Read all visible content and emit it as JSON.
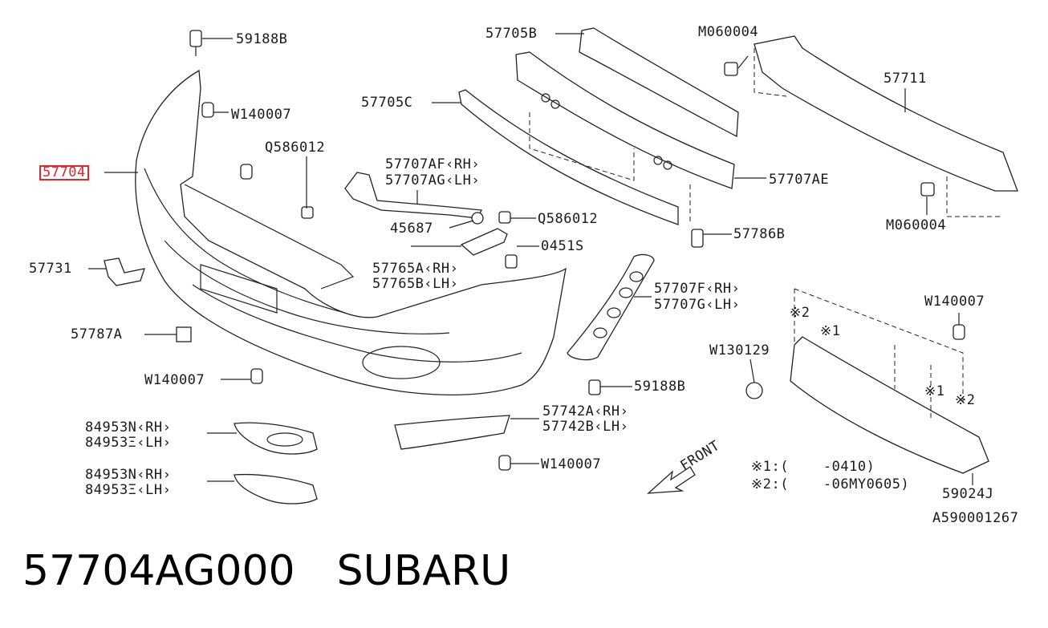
{
  "labels": {
    "l59188b_top": "59188B",
    "lw140007_a": "W140007",
    "l57704": "57704",
    "lq586012_a": "Q586012",
    "l57731": "57731",
    "l57787a": "57787A",
    "lw140007_b": "W140007",
    "l84953n_1": "84953N‹RH›",
    "l84953o_1": "84953Ξ‹LH›",
    "l84953n_2": "84953N‹RH›",
    "l84953o_2": "84953Ξ‹LH›",
    "l57705b": "57705B",
    "l57705c": "57705C",
    "l57707af": "57707AF‹RH›",
    "l57707ag": "57707AG‹LH›",
    "l45687": "45687",
    "lq586012_b": "Q586012",
    "l57765a": "57765A‹RH›",
    "l57765b": "57765B‹LH›",
    "l0451s": "0451S",
    "l57707f": "57707F‹RH›",
    "l57707g": "57707G‹LH›",
    "l59188b_mid": "59188B",
    "l57742a": "57742A‹RH›",
    "l57742b": "57742B‹LH›",
    "lw140007_c": "W140007",
    "lfront": "FRONT",
    "lm060004_a": "M060004",
    "l57711": "57711",
    "l57707ae": "57707AE",
    "l57786b": "57786B",
    "lm060004_b": "M060004",
    "lw140007_d": "W140007",
    "lw130129": "W130129",
    "lx2_a": "※2",
    "lx1_a": "※1",
    "lx1_b": "※1",
    "lx2_b": "※2",
    "lnote1": "※1:(    -0410)",
    "lnote2": "※2:(    -06MY0605)",
    "l59024j": "59024J",
    "lcode": "A590001267"
  },
  "footer": {
    "part_number": "57704AG000",
    "brand": "SUBARU"
  },
  "colors": {
    "highlight": "#e0262b",
    "line": "#222222"
  }
}
